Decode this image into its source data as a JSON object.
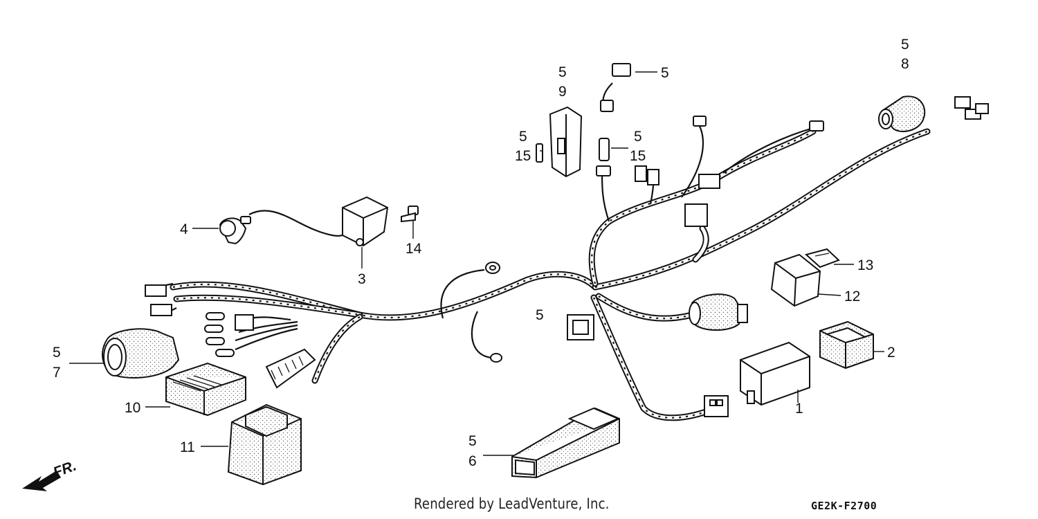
{
  "diagram": {
    "credit": "Rendered by LeadVenture, Inc.",
    "code": "GE2K-F2700",
    "direction_label": "FR.",
    "callouts": {
      "c1": "1",
      "c2": "2",
      "c3": "3",
      "c4": "4",
      "c5_top_left": "5",
      "c9": "9",
      "c5_fuse_left": "5",
      "c15_left": "15",
      "c5_top_connector": "5",
      "c5_fuse_right": "5",
      "c15_right": "15",
      "c5_top_right": "5",
      "c8": "8",
      "c14": "14",
      "c5_harness": "5",
      "c5_boot_left": "5",
      "c7": "7",
      "c10": "10",
      "c11": "11",
      "c12": "12",
      "c13": "13",
      "c5_bottom": "5",
      "c6": "6"
    }
  }
}
